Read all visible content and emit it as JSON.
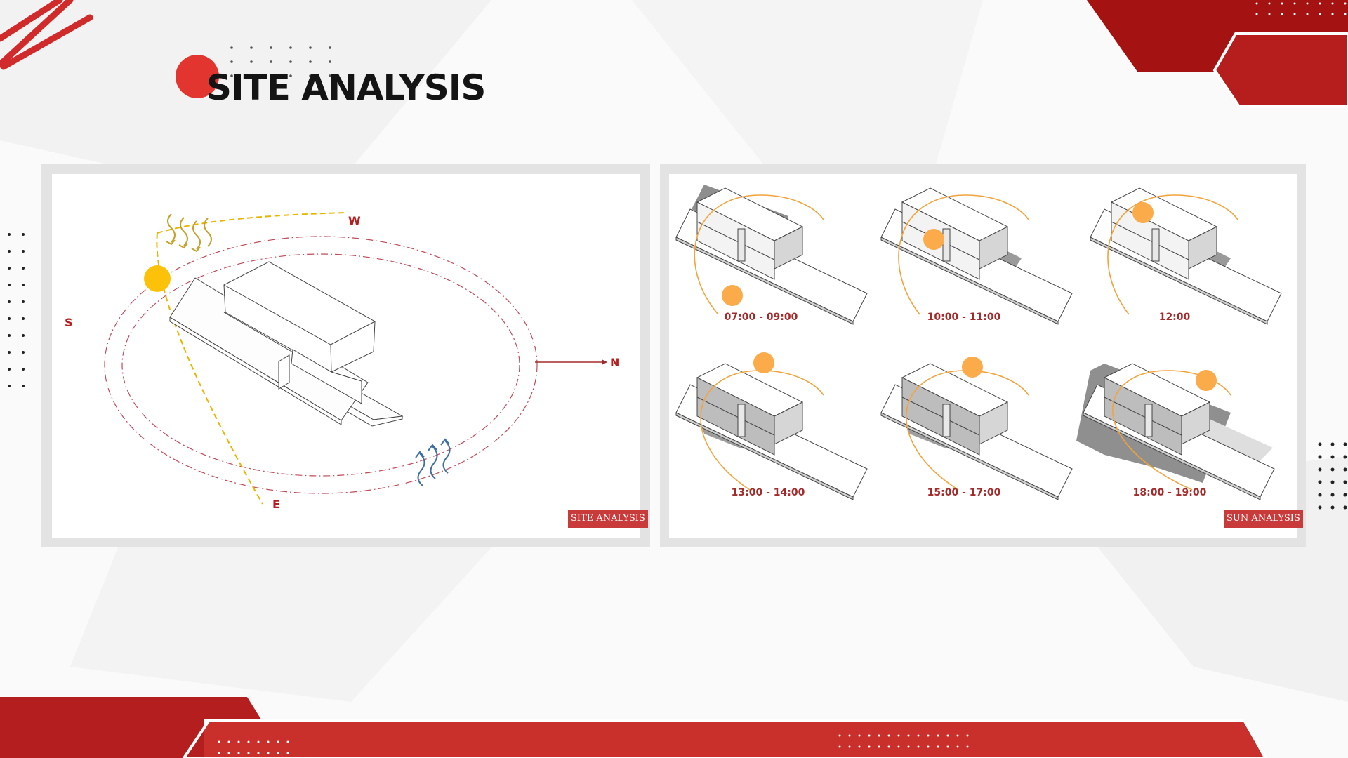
{
  "page": {
    "title": "SITE ANALYSIS",
    "accent": "#b41e1e",
    "accent_light": "#e2352f"
  },
  "site_panel": {
    "badge": "SITE ANALYSIS",
    "compass": {
      "west": "W",
      "south": "S",
      "north": "N",
      "east": "E"
    }
  },
  "sun_panel": {
    "badge": "SUN ANALYSIS",
    "studies": [
      {
        "time": "07:00 - 09:00"
      },
      {
        "time": "10:00 - 11:00"
      },
      {
        "time": "12:00"
      },
      {
        "time": "13:00 - 14:00"
      },
      {
        "time": "15:00 - 17:00"
      },
      {
        "time": "18:00 - 19:00"
      }
    ]
  },
  "colors": {
    "sun": "#fcc20a",
    "sun_study": "#fbab4a",
    "wind": "#3e6fa0",
    "path_red": "#c14a58",
    "label_red": "#a52a2a"
  }
}
